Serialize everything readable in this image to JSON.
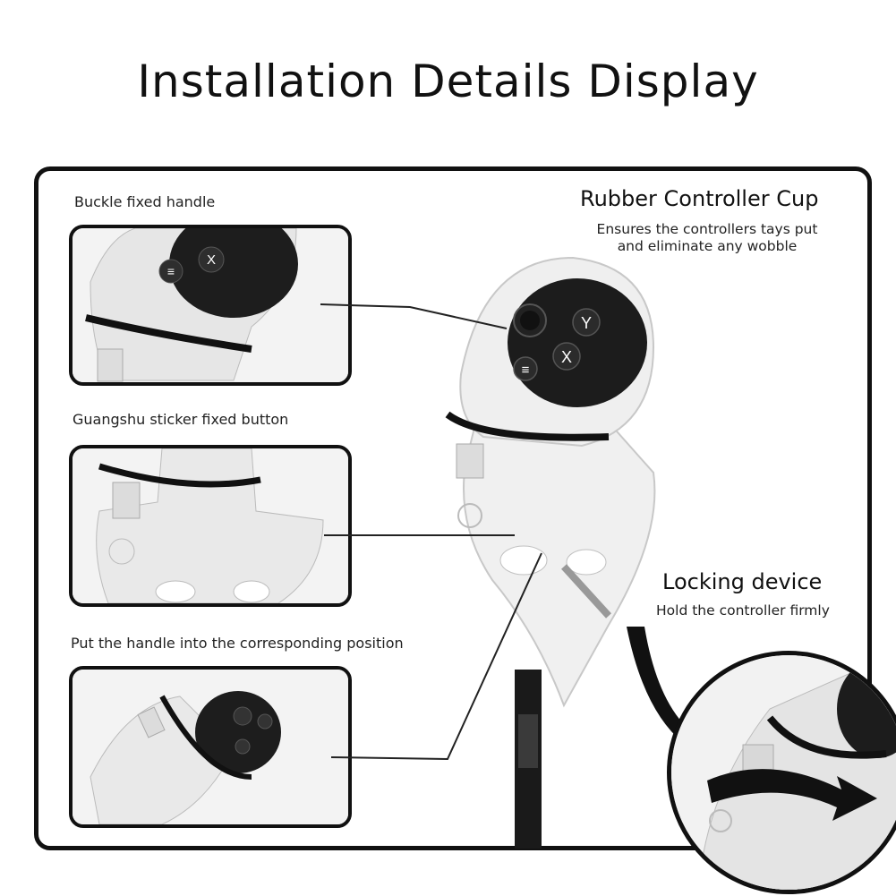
{
  "title": "Installation Details Display",
  "steps": [
    {
      "caption": "Buckle fixed handle"
    },
    {
      "caption": "Guangshu sticker fixed button"
    },
    {
      "caption": "Put the handle into the corresponding position"
    }
  ],
  "features": {
    "cup": {
      "heading": "Rubber Controller Cup",
      "line1": "Ensures the controllers tays put",
      "line2": "and eliminate any wobble"
    },
    "lock": {
      "heading": "Locking device",
      "desc": "Hold the controller firmly"
    }
  },
  "buttons": {
    "y": "Y",
    "x": "X",
    "menu": "≡"
  }
}
